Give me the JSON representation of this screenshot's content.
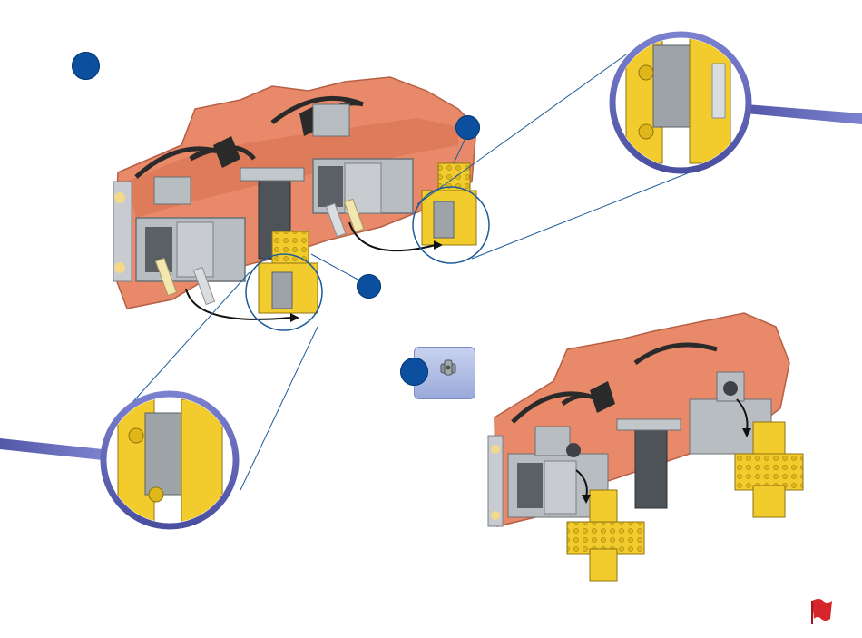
{
  "instruction_page": {
    "step_markers": [
      {
        "id": "main-step",
        "label": ""
      },
      {
        "id": "sub-step-a",
        "label": ""
      },
      {
        "id": "sub-step-b",
        "label": ""
      },
      {
        "id": "sub-step-c",
        "label": ""
      }
    ],
    "parts_callout": {
      "part_icon": "small-grey-connector-icon"
    },
    "zoom_callouts": [
      {
        "id": "zoom-right",
        "icon": "magnifier-circle"
      },
      {
        "id": "zoom-left",
        "icon": "magnifier-circle"
      }
    ],
    "footer_icon": "red-flag-icon",
    "colors": {
      "brick_orange": "#e8896a",
      "brick_yellow": "#f5cf2a",
      "brick_grey": "#a8aeb3",
      "brick_dark": "#5b6066",
      "step_blue": "#0b4f9e",
      "zoom_ring": "#5a5fb4",
      "callout_line": "#1c5b9a",
      "flag_red": "#d6262b"
    }
  }
}
